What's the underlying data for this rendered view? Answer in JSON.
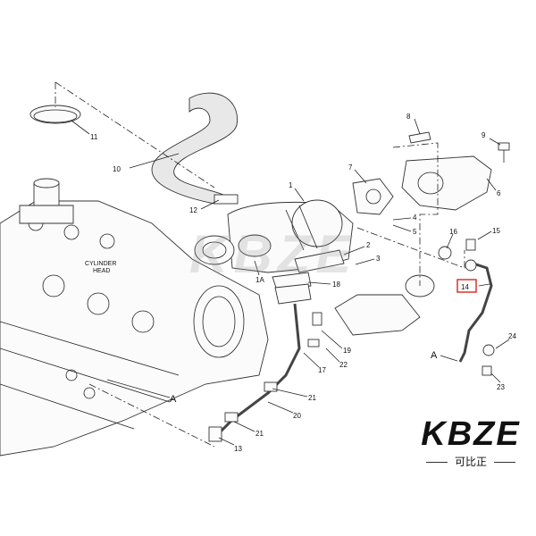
{
  "diagram": {
    "cylinder_head_label": [
      "CYLINDER",
      "HEAD"
    ],
    "callouts": [
      {
        "id": "11",
        "text": "11"
      },
      {
        "id": "10",
        "text": "10"
      },
      {
        "id": "12",
        "text": "12"
      },
      {
        "id": "8",
        "text": "8"
      },
      {
        "id": "9",
        "text": "9"
      },
      {
        "id": "1",
        "text": "1"
      },
      {
        "id": "7",
        "text": "7"
      },
      {
        "id": "6",
        "text": "6"
      },
      {
        "id": "4",
        "text": "4"
      },
      {
        "id": "5",
        "text": "5"
      },
      {
        "id": "2",
        "text": "2"
      },
      {
        "id": "3",
        "text": "3"
      },
      {
        "id": "16",
        "text": "16"
      },
      {
        "id": "15",
        "text": "15"
      },
      {
        "id": "1A",
        "text": "1A"
      },
      {
        "id": "18",
        "text": "18"
      },
      {
        "id": "14",
        "text": "14",
        "highlighted": true
      },
      {
        "id": "19",
        "text": "19"
      },
      {
        "id": "22",
        "text": "22"
      },
      {
        "id": "17",
        "text": "17"
      },
      {
        "id": "A-right",
        "text": "A"
      },
      {
        "id": "24",
        "text": "24"
      },
      {
        "id": "23",
        "text": "23"
      },
      {
        "id": "21a",
        "text": "21"
      },
      {
        "id": "20",
        "text": "20"
      },
      {
        "id": "21b",
        "text": "21"
      },
      {
        "id": "13",
        "text": "13"
      },
      {
        "id": "A-left",
        "text": "A"
      }
    ],
    "highlight_color": "#d9261c"
  },
  "logo": {
    "main": "KBZE",
    "sub": "可比正",
    "accent_color": "#f39200"
  },
  "watermark": {
    "text": "KBZE"
  }
}
